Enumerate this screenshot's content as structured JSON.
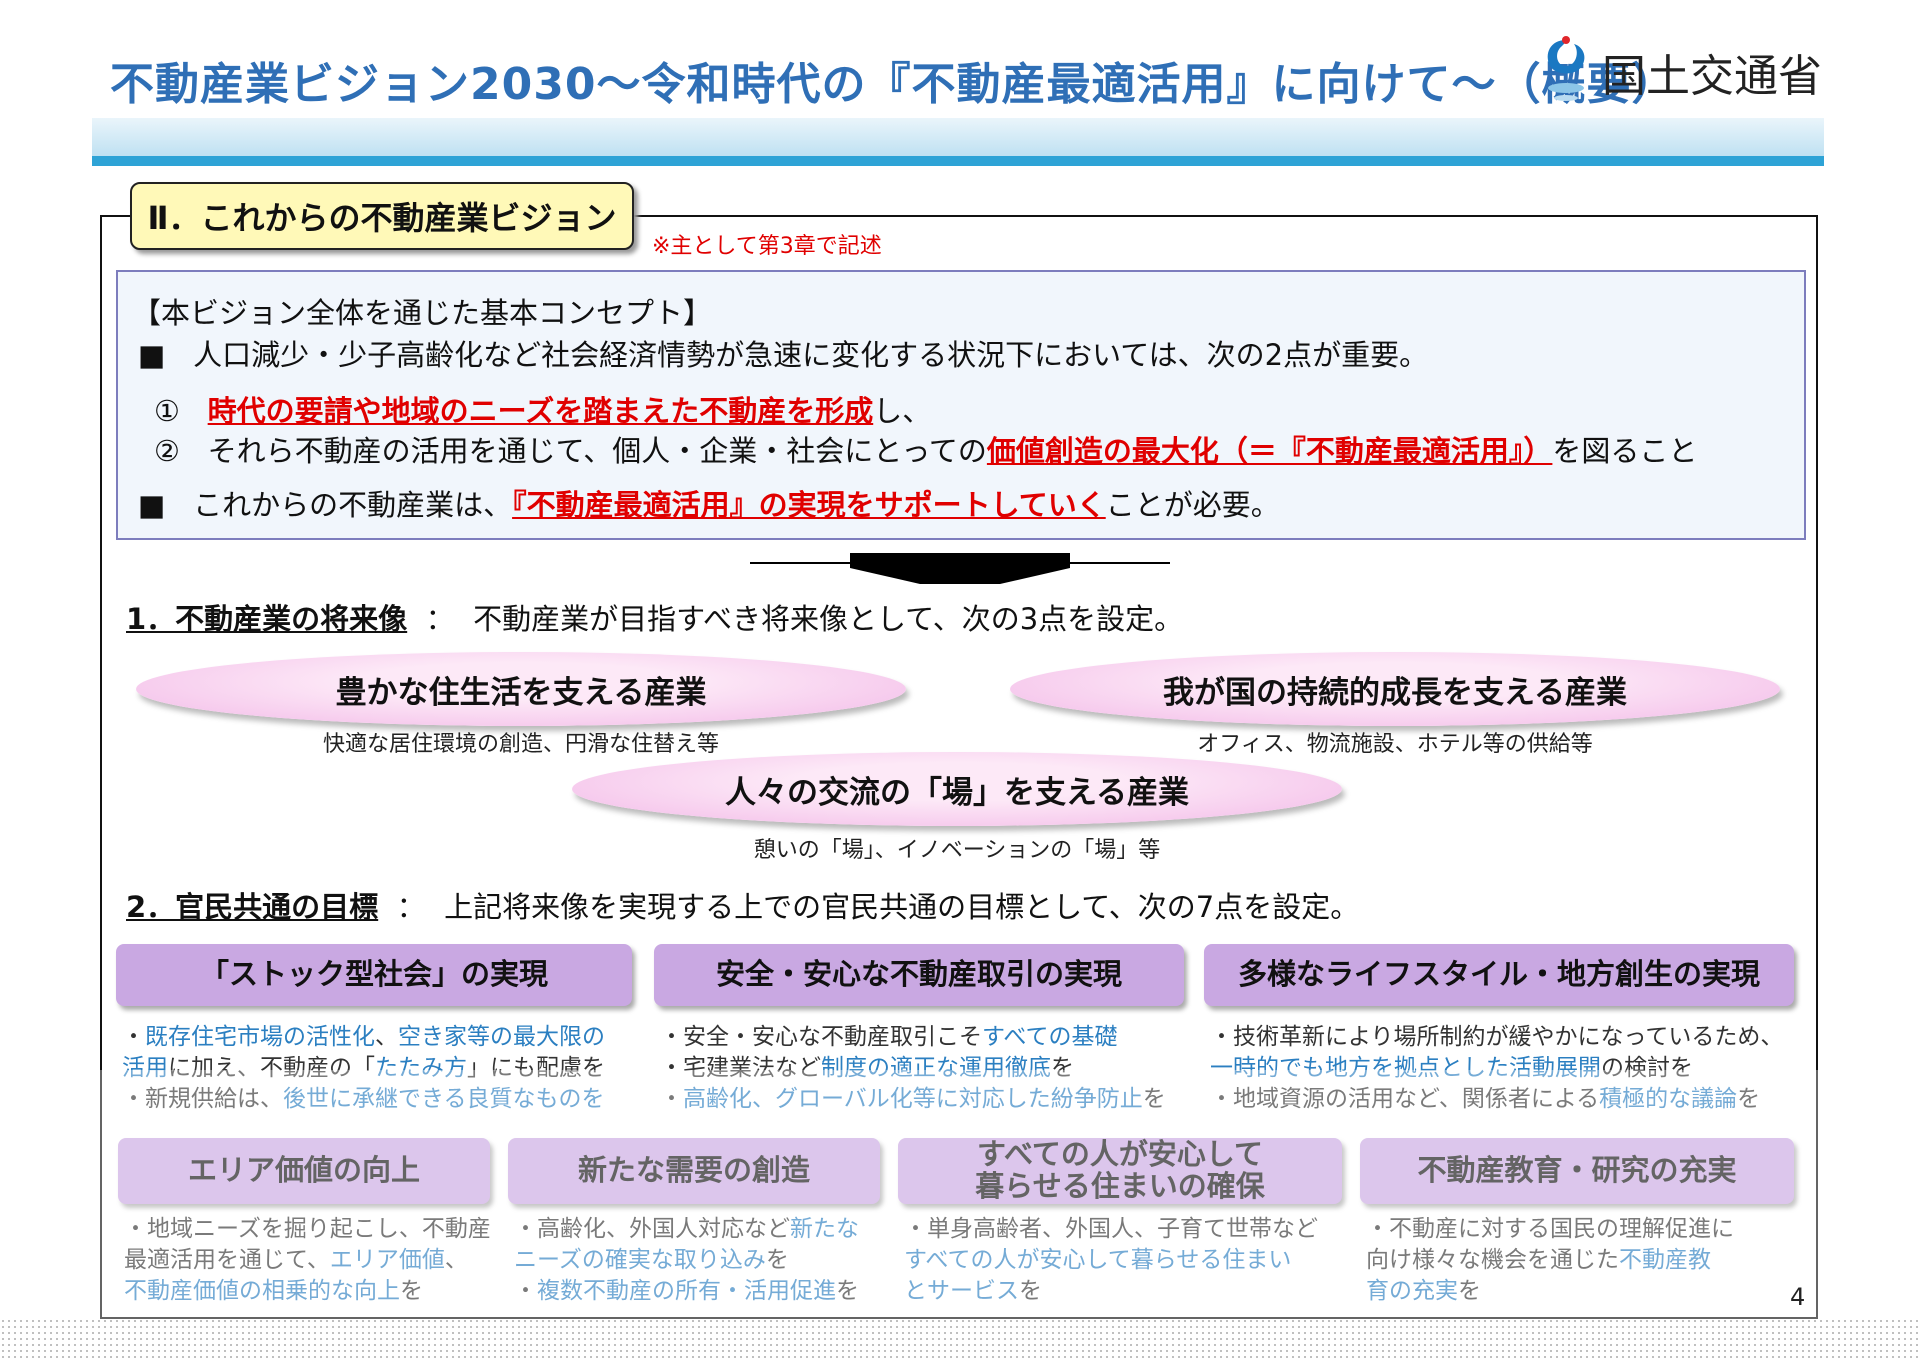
{
  "header": {
    "title": "不動産業ビジョン2030～令和時代の『不動産最適活用』に向けて～（概要）",
    "ministry": "国土交通省",
    "logo_icon": "mlit-logo-icon"
  },
  "section": {
    "tab_label": "Ⅱ．これからの不動産業ビジョン",
    "note": "※主として第3章で記述"
  },
  "concept": {
    "heading": "【本ビジョン全体を通じた基本コンセプト】",
    "bullet1": "人口減少・少子高齢化など社会経済情勢が急速に変化する状況下においては、次の2点が重要。",
    "item1_num": "①",
    "item1_em": "時代の要請や地域のニーズを踏まえた不動産を形成",
    "item1_rest": "し、",
    "item2_num": "②",
    "item2_pre": "それら不動産の活用を通じて、個人・企業・社会にとっての",
    "item2_em": "価値創造の最大化（＝『不動産最適活用』）",
    "item2_rest": "を図ること",
    "bullet2_pre": "これからの不動産業は、",
    "bullet2_em": "『不動産最適活用』の実現をサポートしていく",
    "bullet2_rest": "ことが必要。",
    "bullet_mark": "■"
  },
  "future": {
    "heading": "1．不動産業の将来像",
    "sep": "：",
    "text": "不動産業が目指すべき将来像として、次の3点を設定。",
    "items": [
      {
        "label": "豊かな住生活を支える産業",
        "sub": "快適な居住環境の創造、円滑な住替え等"
      },
      {
        "label": "我が国の持続的成長を支える産業",
        "sub": "オフィス、物流施設、ホテル等の供給等"
      },
      {
        "label": "人々の交流の「場」を支える産業",
        "sub": "憩いの「場」、イノベーションの「場」等"
      }
    ]
  },
  "goals": {
    "heading": "2．官民共通の目標",
    "sep": "：",
    "text": "上記将来像を実現する上での官民共通の目標として、次の7点を設定。",
    "row1": [
      {
        "label": "「ストック型社会」の実現",
        "lines": [
          [
            [
              "・",
              ""
            ],
            [
              "既存住宅市場の活性化",
              "b"
            ],
            [
              "、",
              ""
            ],
            [
              "空き家等の最大限の",
              "b"
            ]
          ],
          [
            [
              "活用",
              "b"
            ],
            [
              "に加え、不動産の「",
              ""
            ],
            [
              "たたみ方",
              "b"
            ],
            [
              "」にも配慮を",
              ""
            ]
          ],
          [
            [
              "・新規供給は、",
              ""
            ],
            [
              "後世に承継できる良質なものを",
              "b"
            ]
          ]
        ]
      },
      {
        "label": "安全・安心な不動産取引の実現",
        "lines": [
          [
            [
              "・安全・安心な不動産取引こそ",
              ""
            ],
            [
              "すべての基礎",
              "b"
            ]
          ],
          [
            [
              "・宅建業法など",
              ""
            ],
            [
              "制度の適正な運用徹底",
              "b"
            ],
            [
              "を",
              ""
            ]
          ],
          [
            [
              "・",
              ""
            ],
            [
              "高齢化、グローバル化等に対応した紛争防止",
              "b"
            ],
            [
              "を",
              ""
            ]
          ]
        ]
      },
      {
        "label": "多様なライフスタイル・地方創生の実現",
        "lines": [
          [
            [
              "・技術革新により場所制約が緩やかになっているため、",
              ""
            ]
          ],
          [
            [
              "一時的でも地方を拠点とした活動展開",
              "b"
            ],
            [
              "の検討を",
              ""
            ]
          ],
          [
            [
              "・地域資源の活用など、関係者による",
              ""
            ],
            [
              "積極的な議論",
              "b"
            ],
            [
              "を",
              ""
            ]
          ]
        ]
      }
    ],
    "row2": [
      {
        "label": "エリア価値の向上",
        "lines": [
          [
            [
              "・地域ニーズを掘り起こし、不動産",
              ""
            ]
          ],
          [
            [
              "最適活用を通じて、",
              ""
            ],
            [
              "エリア価値",
              "b"
            ],
            [
              "、",
              ""
            ]
          ],
          [
            [
              "不動産価値の相乗的な向上",
              "b"
            ],
            [
              "を",
              ""
            ]
          ]
        ]
      },
      {
        "label": "新たな需要の創造",
        "lines": [
          [
            [
              "・高齢化、外国人対応など",
              ""
            ],
            [
              "新たな",
              "b"
            ]
          ],
          [
            [
              "ニーズの確実な取り込み",
              "b"
            ],
            [
              "を",
              ""
            ]
          ],
          [
            [
              "・",
              ""
            ],
            [
              "複数不動産の所有・活用促進",
              "b"
            ],
            [
              "を",
              ""
            ]
          ]
        ]
      },
      {
        "label": "すべての人が安心して\n暮らせる住まいの確保",
        "lines": [
          [
            [
              "・単身高齢者、外国人、子育て世帯など",
              ""
            ]
          ],
          [
            [
              "すべての人が安心して暮らせる住まい",
              "b"
            ]
          ],
          [
            [
              "とサービス",
              "b"
            ],
            [
              "を",
              ""
            ]
          ]
        ]
      },
      {
        "label": "不動産教育・研究の充実",
        "lines": [
          [
            [
              "・不動産に対する国民の理解促進に",
              ""
            ]
          ],
          [
            [
              "向け様々な機会を通じた",
              ""
            ],
            [
              "不動産教",
              "b"
            ]
          ],
          [
            [
              "育の充実",
              "b"
            ],
            [
              "を",
              ""
            ]
          ]
        ]
      }
    ]
  },
  "page_number": "4"
}
